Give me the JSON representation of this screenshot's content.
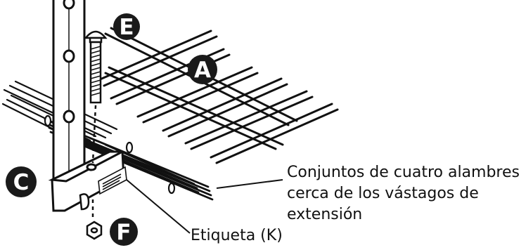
{
  "callouts": {
    "E": "E",
    "A": "A",
    "C": "C",
    "F": "F"
  },
  "labels": {
    "wire_sets_line1": "Conjuntos de cuatro alambres",
    "wire_sets_line2": "cerca de los vástagos de",
    "wire_sets_line3": "extensión",
    "tag": "Etiqueta (K)"
  },
  "colors": {
    "line": "#111111",
    "badge": "#1a1a1a",
    "background": "#ffffff"
  }
}
